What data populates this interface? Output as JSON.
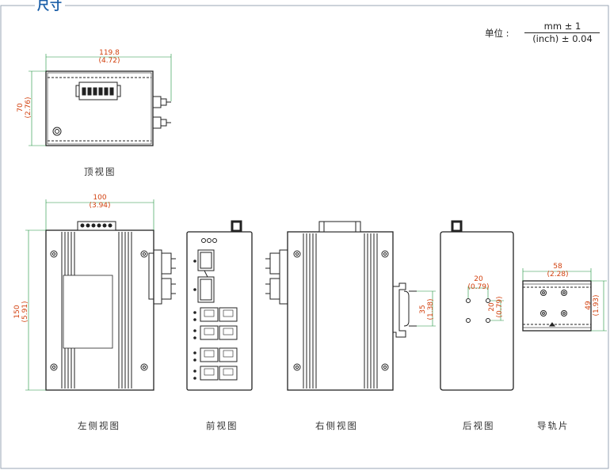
{
  "header": {
    "title": "尺寸"
  },
  "unit_note": {
    "label": "单位 :",
    "numerator": "mm ± 1",
    "denominator": "(inch) ± 0.04"
  },
  "views": {
    "top": {
      "caption": "顶视图",
      "width_mm": "119.8",
      "width_in": "(4.72)",
      "height_mm": "70",
      "height_in": "(2.76)"
    },
    "left": {
      "caption": "左侧视图",
      "width_mm": "100",
      "width_in": "(3.94)",
      "height_mm": "150",
      "height_in": "(5.91)"
    },
    "front": {
      "caption": "前视图"
    },
    "right": {
      "caption": "右侧视图",
      "clip_mm": "35",
      "clip_in": "(1.38)"
    },
    "rear": {
      "caption": "后视图",
      "h_mm": "20",
      "h_in": "(0.79)",
      "v_mm": "20",
      "v_in": "(0.79)"
    },
    "rail": {
      "caption": "导轨片",
      "width_mm": "58",
      "width_in": "(2.28)",
      "height_mm": "49",
      "height_in": "(1.93)"
    }
  },
  "colors": {
    "header": "#1b5fa8",
    "dimension": "#d2410f",
    "drawing": "#222222",
    "leader": "#1a8f3a"
  }
}
